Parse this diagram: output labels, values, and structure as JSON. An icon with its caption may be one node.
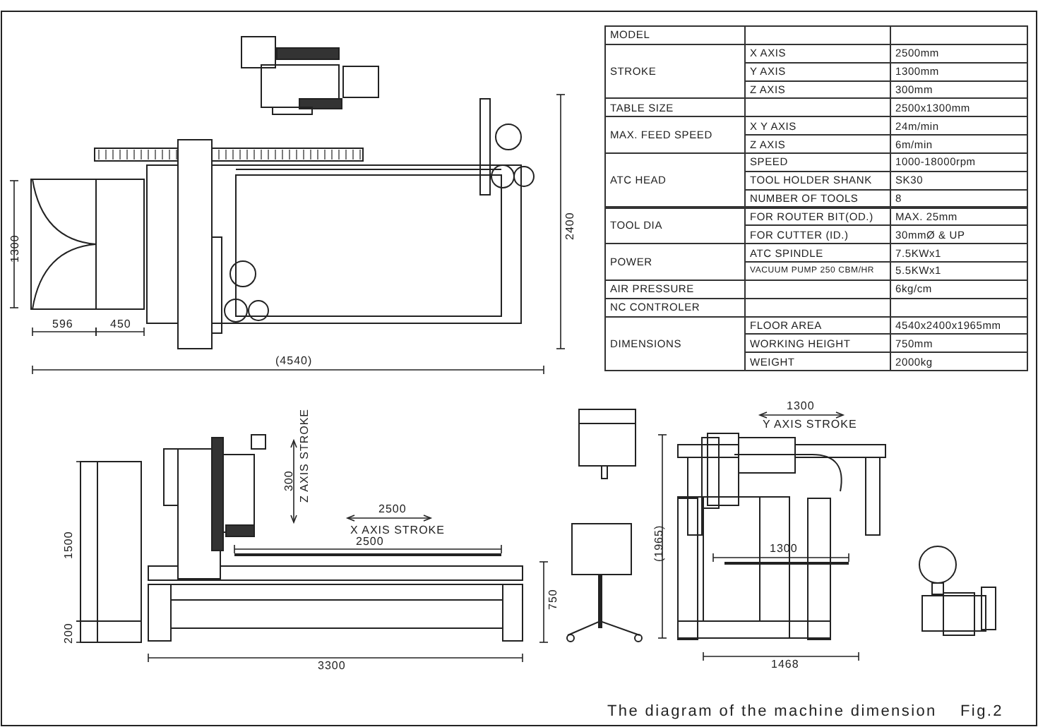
{
  "diagram": {
    "caption": "The diagram of the machine dimension",
    "labels": [
      "1300",
      "596",
      "450",
      "(4540)",
      "2400",
      "MODEL",
      "STROKE",
      "X AXIS",
      "2500mm",
      "Y AXIS",
      "1300mm",
      "Z AXIS",
      "300mm",
      "TABLE SIZE",
      "2500x1300mm",
      "MAX. FEED SPEED",
      "X Y AXIS",
      "24m/min",
      "Z AXIS",
      "6m/min",
      "ATC HEAD",
      "SPEED",
      "1000-18000rpm",
      "TOOL HOLDER SHANK",
      "SK30",
      "NUMBER OF TOOLS",
      "8",
      "TOOL DIA",
      "FOR ROUTER BIT(OD.)",
      "MAX. 25mm",
      "FOR CUTTER (ID.)",
      "30mmØ & UP",
      "POWER",
      "ATC SPINDLE",
      "7.5KWx1",
      "VACUUM PUMP 250 CBM/HR",
      "5.5KWx1",
      "AIR PRESSURE",
      "6kg/cm",
      "NC CONTROLER",
      "DIMENSIONS",
      "FLOOR AREA",
      "4540x2400x1965mm",
      "WORKING HEIGHT",
      "750mm",
      "WEIGHT",
      "2000kg",
      "1500",
      "200",
      "300",
      "Z AXIS STROKE",
      "2500",
      "X AXIS STROKE",
      "2500",
      "3300",
      "750",
      "1300",
      "Y AXIS STROKE",
      "(1965)",
      "1300",
      "1468",
      "Fig.2"
    ]
  }
}
